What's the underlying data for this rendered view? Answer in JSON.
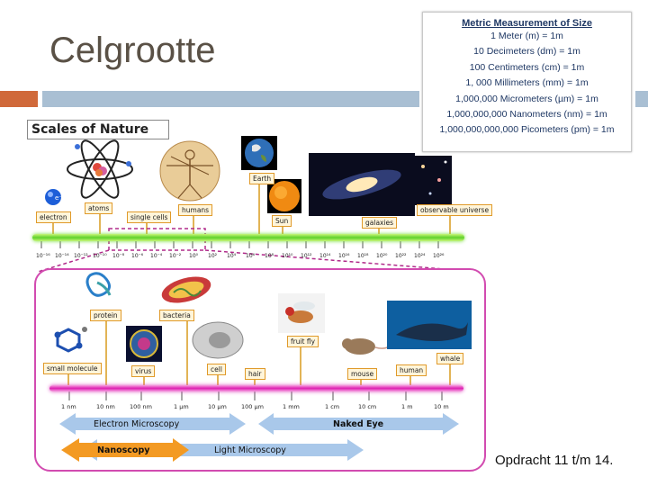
{
  "slide": {
    "title": "Celgrootte",
    "footer_note": "Opdracht 11 t/m 14."
  },
  "metric": {
    "title": "Metric Measurement of Size",
    "lines": [
      "1 Meter (m) = 1m",
      "10 Decimeters (dm) = 1m",
      "100 Centimeters (cm) = 1m",
      "1, 000 Millimeters (mm) = 1m",
      "1,000,000 Micrometers (µm) = 1m",
      "1,000,000,000 Nanometers (nm) = 1m",
      "1,000,000,000,000 Picometers (pm) = 1m"
    ]
  },
  "scales": {
    "title": "Scales of Nature",
    "top_labels": {
      "electron": "electron",
      "atoms": "atoms",
      "single_cells": "single cells",
      "humans": "humans",
      "earth": "Earth",
      "sun": "Sun",
      "galaxies": "galaxies",
      "observable_universe": "observable universe"
    },
    "top_ticks": [
      "10⁻¹⁶",
      "10⁻¹⁴",
      "10⁻¹²",
      "10⁻¹⁰",
      "10⁻⁸",
      "10⁻⁶",
      "10⁻⁴",
      "10⁻²",
      "10⁰",
      "10²",
      "10⁴",
      "10⁶",
      "10⁸",
      "10¹⁰",
      "10¹²",
      "10¹⁴",
      "10¹⁶",
      "10¹⁸",
      "10²⁰",
      "10²²",
      "10²⁴",
      "10²⁶"
    ],
    "bottom_labels": {
      "protein": "protein",
      "bacteria": "bacteria",
      "fruit_fly": "fruit fly",
      "whale": "whale",
      "small_molecule": "small molecule",
      "virus": "virus",
      "cell": "cell",
      "hair": "hair",
      "mouse": "mouse",
      "human": "human"
    },
    "bottom_ticks": [
      "1 nm",
      "10 nm",
      "100 nm",
      "1 µm",
      "10 µm",
      "100 µm",
      "1 mm",
      "1 cm",
      "10 cm",
      "1 m",
      "10 m"
    ],
    "ranges": {
      "electron_microscopy": "Electron Microscopy",
      "naked_eye": "Naked Eye",
      "nanoscopy": "Nanoscopy",
      "light_microscopy": "Light Microscopy"
    }
  },
  "colors": {
    "title_text": "#5a5146",
    "accent_orange": "#d0693a",
    "accent_blue": "#a9bfd3",
    "scale_green": "#5ed22a",
    "scale_magenta": "#dd1fb2",
    "arrow_blue": "#a9c8ea",
    "arrow_orange": "#f39a23"
  }
}
